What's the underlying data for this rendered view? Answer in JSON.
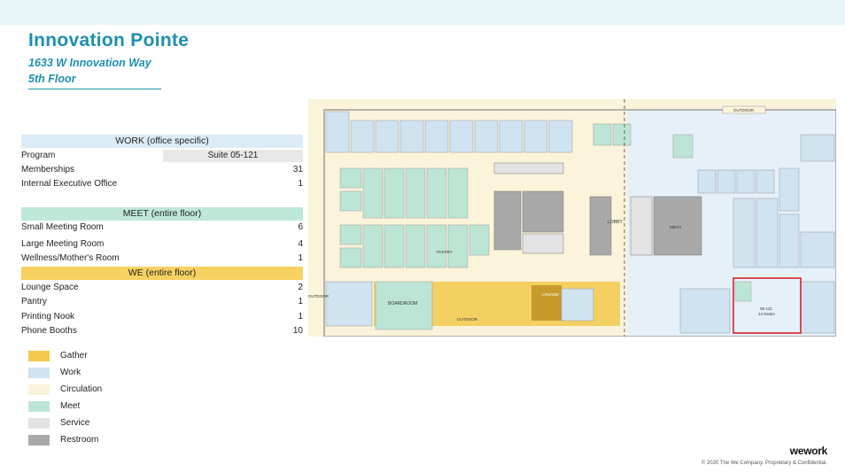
{
  "header": {
    "title": "Innovation Pointe",
    "address": "1633 W Innovation Way",
    "floor": "5th Floor"
  },
  "work": {
    "heading": "WORK (office specific)",
    "program_label": "Program",
    "program_value": "Suite 05-121",
    "memberships_label": "Memberships",
    "memberships_value": "31",
    "exec_label": "Internal Executive Office",
    "exec_value": "1"
  },
  "meet": {
    "heading": "MEET (entire floor)",
    "rows": [
      {
        "label": "Small Meeting Room",
        "value": "6"
      },
      {
        "label": "Large Meeting Room",
        "value": "4"
      },
      {
        "label": "Wellness/Mother's Room",
        "value": "1"
      }
    ]
  },
  "we": {
    "heading": "WE (entire floor)",
    "rows": [
      {
        "label": "Lounge Space",
        "value": "2"
      },
      {
        "label": "Pantry",
        "value": "1"
      },
      {
        "label": "Printing Nook",
        "value": "1"
      },
      {
        "label": "Phone Booths",
        "value": "10"
      }
    ]
  },
  "legend": [
    {
      "label": "Gather",
      "color": "#f2c94c"
    },
    {
      "label": "Work",
      "color": "#cfe3f1"
    },
    {
      "label": "Circulation",
      "color": "#fbf3da"
    },
    {
      "label": "Meet",
      "color": "#bde5d5"
    },
    {
      "label": "Service",
      "color": "#e3e3e3"
    },
    {
      "label": "Restroom",
      "color": "#a9a9a9"
    }
  ],
  "plan": {
    "outdoor_top": "OUTDOOR",
    "outdoor_left": "OUTDOOR",
    "outdoor_bottom": "OUTDOOR",
    "lobby": "LOBBY",
    "boardroom": "BOARDROOM",
    "lounge": "LOUNGE",
    "pantry": "PANTRY",
    "mech": "MECH",
    "highlight_label": "05-121",
    "highlight_desks": "24 Desks"
  },
  "footer": {
    "logo": "wework",
    "copyright": "© 2020 The We Company. Proprietary & Confidential."
  }
}
